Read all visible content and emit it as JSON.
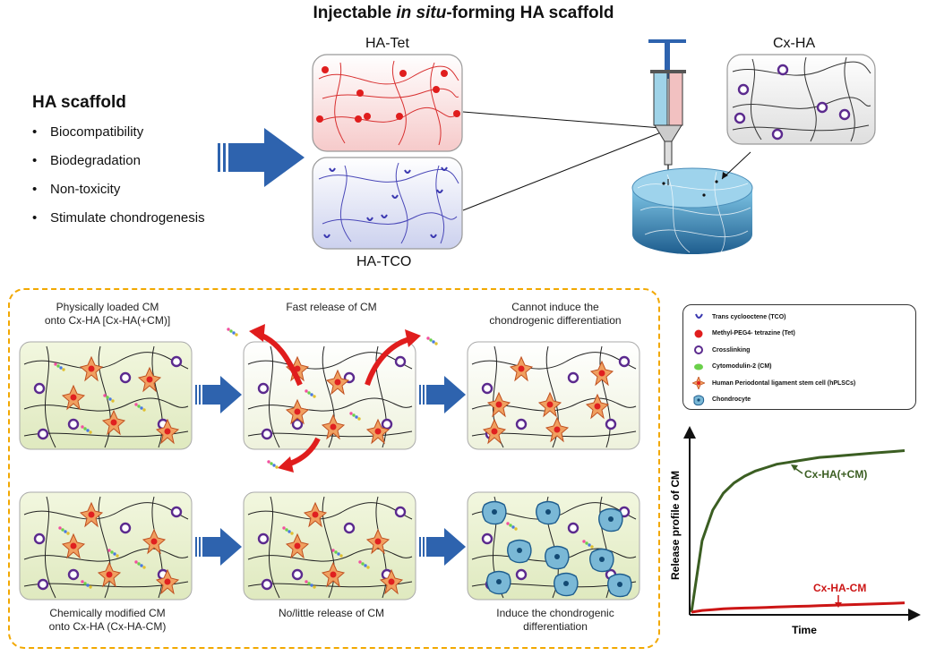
{
  "title": {
    "pre": "Injectable ",
    "italic": "in situ",
    "post": "-forming HA scaffold"
  },
  "labels": {
    "ha_tet": "HA-Tet",
    "ha_tco": "HA-TCO",
    "cx_ha": "Cx-HA"
  },
  "properties": {
    "heading": "HA scaffold",
    "items": [
      "Biocompatibility",
      "Biodegradation",
      "Non-toxicity",
      "Stimulate chondrogenesis"
    ]
  },
  "panels": {
    "top_left": [
      "Physically loaded CM",
      "onto Cx-HA [Cx-HA(+CM)]"
    ],
    "top_mid": [
      "Fast release of CM"
    ],
    "top_right": [
      "Cannot induce the",
      "chondrogenic differentiation"
    ],
    "bot_left": [
      "Chemically modified CM",
      "onto Cx-HA (Cx-HA-CM)"
    ],
    "bot_mid": [
      "No/little release of CM"
    ],
    "bot_right": [
      "Induce the chondrogenic",
      "differentiation"
    ]
  },
  "legend": [
    {
      "icon": "tco-icon",
      "label": "Trans cyclooctene (TCO)"
    },
    {
      "icon": "tetrazine-icon",
      "label": "Methyl-PEG4- tetrazine (Tet)"
    },
    {
      "icon": "crosslink-icon",
      "label": "Crosslinking"
    },
    {
      "icon": "cm-peptide-icon",
      "label": "Cytomodulin-2 (CM)"
    },
    {
      "icon": "stem-cell-icon",
      "label": "Human Periodontal ligament stem cell (hPLSCs)"
    },
    {
      "icon": "chondrocyte-icon",
      "label": "Chondrocyte"
    }
  ],
  "colors": {
    "red": "#e01d1d",
    "purple": "#5b2a8e",
    "blue_arrow": "#2e63ae",
    "green_curve": "#3b5e22",
    "red_curve": "#cc1515",
    "dash": "#f2a800"
  },
  "chart_data": {
    "type": "line",
    "xlabel": "Time",
    "ylabel": "Release profile of CM",
    "series": [
      {
        "name": "Cx-HA(+CM)",
        "values": [
          0,
          0.42,
          0.6,
          0.7,
          0.76,
          0.8,
          0.83,
          0.85,
          0.87,
          0.88,
          0.89,
          0.9,
          0.91,
          0.915,
          0.92,
          0.925,
          0.93,
          0.935,
          0.94,
          0.945,
          0.95
        ]
      },
      {
        "name": "Cx-HA-CM",
        "values": [
          0,
          0.01,
          0.015,
          0.02,
          0.022,
          0.024,
          0.026,
          0.028,
          0.03,
          0.032,
          0.034,
          0.036,
          0.038,
          0.04,
          0.042,
          0.044,
          0.046,
          0.048,
          0.05,
          0.052,
          0.055
        ]
      }
    ],
    "ylim": [
      0,
      1
    ]
  }
}
